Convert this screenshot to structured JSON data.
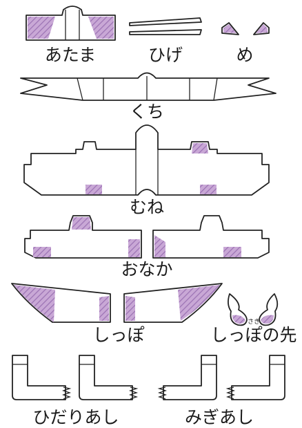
{
  "colors": {
    "outline": "#222222",
    "hatch_fill": "#c9a8d6",
    "hatch_line": "#9c73b4",
    "background": "#ffffff"
  },
  "parts": {
    "head": "あたま",
    "whiskers": "ひげ",
    "eyes": "め",
    "mouth": "くち",
    "chest": "むね",
    "belly": "おなか",
    "tail": "しっぽ",
    "tail_tip": "しっぽの先",
    "tail_tip_ruby": "さき",
    "left_legs": "ひだりあし",
    "right_legs": "みぎあし"
  }
}
